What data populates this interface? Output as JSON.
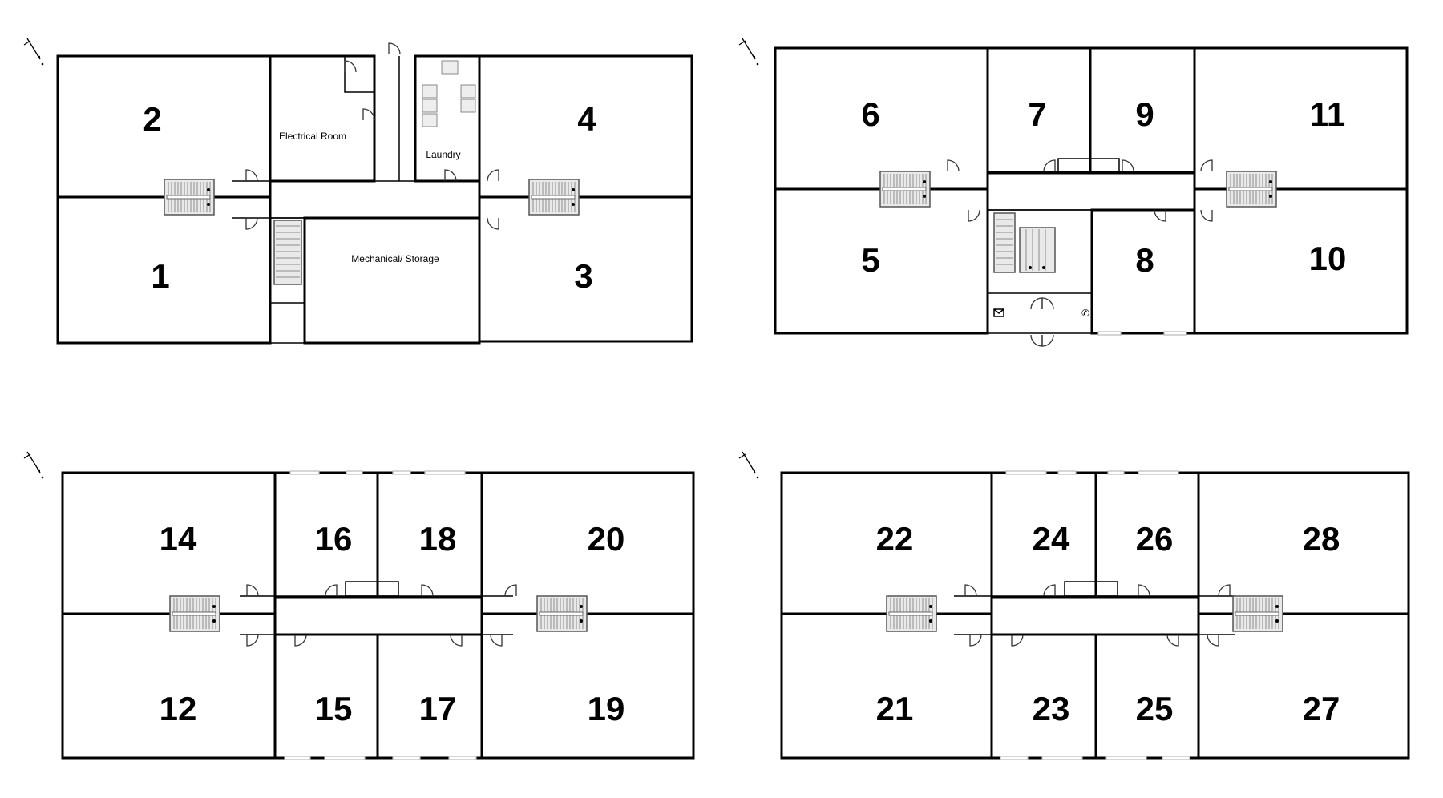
{
  "floor_plans": [
    {
      "id": "plan-1",
      "units": [
        "2",
        "4",
        "1",
        "3"
      ],
      "rooms": [
        "Electrical Room",
        "Laundry",
        "Mechanical/ Storage"
      ]
    },
    {
      "id": "plan-2",
      "units": [
        "6",
        "7",
        "9",
        "11",
        "5",
        "8",
        "10"
      ]
    },
    {
      "id": "plan-3",
      "units": [
        "14",
        "16",
        "18",
        "20",
        "12",
        "15",
        "17",
        "19"
      ]
    },
    {
      "id": "plan-4",
      "units": [
        "22",
        "24",
        "26",
        "28",
        "21",
        "23",
        "25",
        "27"
      ]
    }
  ],
  "icons": [
    "compass-icon",
    "staircase-icon",
    "door-swing-icon",
    "mailbox-icon",
    "intercom-icon"
  ]
}
